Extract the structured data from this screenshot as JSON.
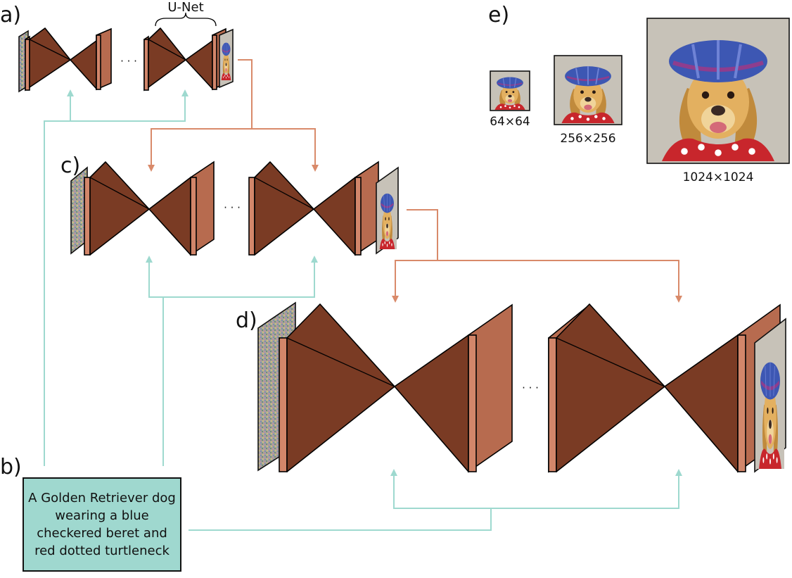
{
  "labels": {
    "panel_a": "a)",
    "panel_b": "b)",
    "panel_c": "c)",
    "panel_d": "d)",
    "panel_e": "e)",
    "unet": "U-Net",
    "ellipsis": "· · ·"
  },
  "prompt": "A Golden Retriever dog wearing a blue checkered beret and red dotted turtleneck",
  "resolutions": [
    "64×64",
    "256×256",
    "1024×1024"
  ],
  "colors": {
    "unet_body": "#7a3b24",
    "unet_slab": "#d2866a",
    "upsample_arrow": "#d98a6a",
    "text_conditioning": "#9ed9cf",
    "prompt_box": "#9fd8cf"
  }
}
